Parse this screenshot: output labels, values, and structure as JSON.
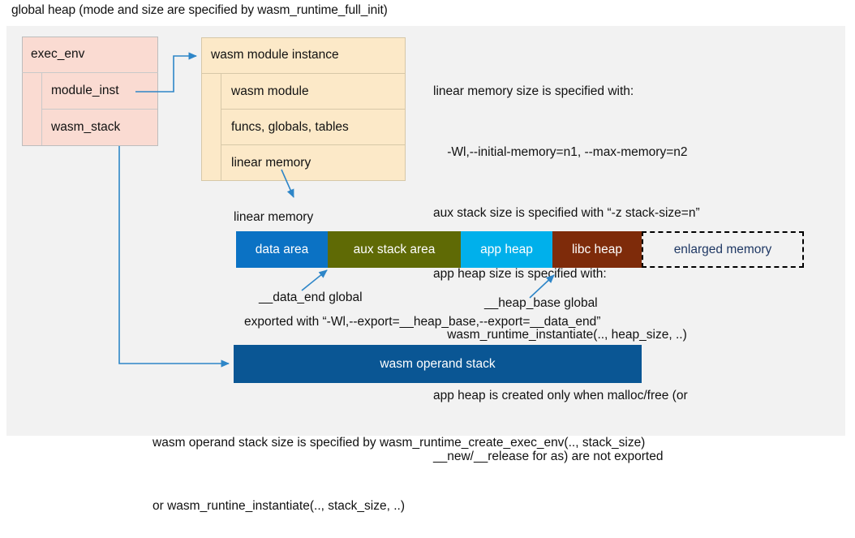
{
  "title": "global heap (mode and size are specified by wasm_runtime_full_init)",
  "colors": {
    "canvas_bg": "#f2f2f2",
    "exec_env_fill": "#fadbd2",
    "module_instance_fill": "#fce9c8",
    "data_area": "#0b72c4",
    "aux_stack_area": "#5f6a05",
    "app_heap": "#00b0eb",
    "libc_heap": "#7e2b0a",
    "operand_stack": "#0a5694",
    "connector": "#2e86c8",
    "enlarged_memory_text": "#1f3864"
  },
  "exec_env": {
    "header": "exec_env",
    "rows": [
      {
        "label": "module_inst"
      },
      {
        "label": "wasm_stack"
      }
    ]
  },
  "module_instance": {
    "header": "wasm module instance",
    "rows": [
      {
        "label": "wasm module"
      },
      {
        "label": "funcs, globals, tables"
      },
      {
        "label": "linear memory"
      }
    ]
  },
  "notes": {
    "lines": [
      "linear memory size is specified with:",
      "    -Wl,--initial-memory=n1, --max-memory=n2",
      "aux stack size is specified with “-z stack-size=n”",
      "app heap size is specified with:",
      "    wasm_runtime_instantiate(.., heap_size, ..)",
      "app heap is created only when malloc/free (or",
      "__new/__release for as) are not exported"
    ]
  },
  "linear_memory": {
    "label": "linear memory",
    "segments": [
      {
        "label": "data area",
        "color": "#0b72c4",
        "width": 113
      },
      {
        "label": "aux stack area",
        "color": "#5f6a05",
        "width": 164
      },
      {
        "label": "app heap",
        "color": "#00b0eb",
        "width": 113
      },
      {
        "label": "libc heap",
        "color": "#7e2b0a",
        "width": 110
      }
    ],
    "enlarged": "enlarged memory"
  },
  "annotations": {
    "data_end": "__data_end global",
    "heap_base": "__heap_base global",
    "exported_with": "exported with “-Wl,--export=__heap_base,--export=__data_end”"
  },
  "operand_stack": {
    "label": "wasm operand stack"
  },
  "bottom_note": {
    "lines": [
      "wasm operand stack size is specified by wasm_runtime_create_exec_env(.., stack_size)",
      "or wasm_runtine_instantiate(.., stack_size, ..)"
    ]
  }
}
